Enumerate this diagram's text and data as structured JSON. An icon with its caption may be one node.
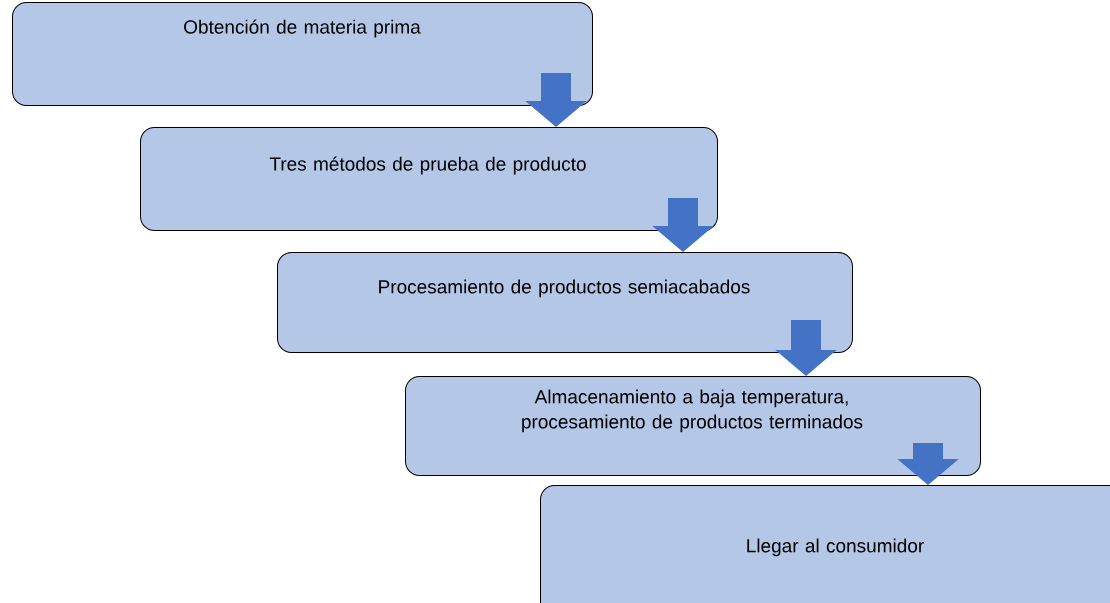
{
  "diagram": {
    "nodes": [
      {
        "text": [
          "Obtención de materia prima"
        ]
      },
      {
        "text": [
          "Tres métodos de prueba de producto"
        ]
      },
      {
        "text": [
          "Procesamiento de productos semiacabados"
        ]
      },
      {
        "text": [
          "Almacenamiento a baja temperatura, procesamiento de productos terminados"
        ]
      },
      {
        "text": [
          "Llegar al consumidor"
        ]
      }
    ],
    "edges": [
      {
        "from": 0,
        "to": 1,
        "arrow": "to"
      },
      {
        "from": 1,
        "to": 2,
        "arrow": "to"
      },
      {
        "from": 2,
        "to": 3,
        "arrow": "to"
      },
      {
        "from": 3,
        "to": 4,
        "arrow": "to"
      }
    ]
  }
}
